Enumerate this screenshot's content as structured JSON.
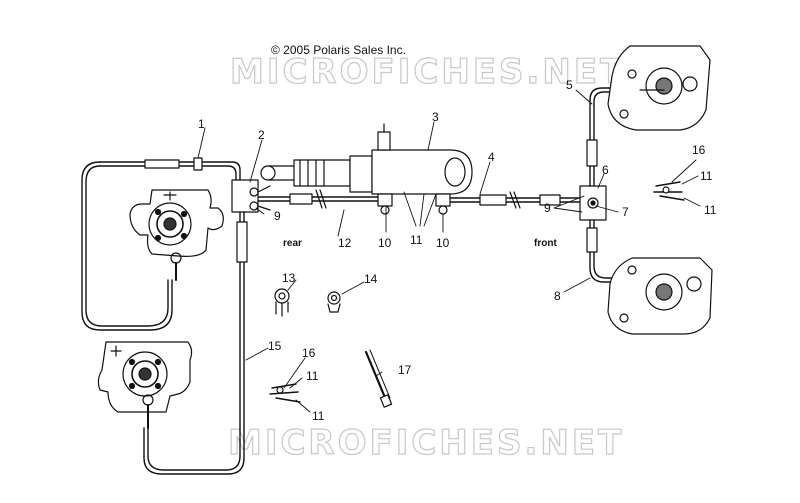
{
  "copyright": "© 2005 Polaris Sales Inc.",
  "watermark": "MICROFICHES.NET",
  "labels": {
    "rear": "rear",
    "front": "front"
  },
  "callouts": [
    {
      "id": "c1",
      "text": "1"
    },
    {
      "id": "c2",
      "text": "2"
    },
    {
      "id": "c3",
      "text": "3"
    },
    {
      "id": "c4",
      "text": "4"
    },
    {
      "id": "c5",
      "text": "5"
    },
    {
      "id": "c6",
      "text": "6"
    },
    {
      "id": "c7",
      "text": "7"
    },
    {
      "id": "c8",
      "text": "8"
    },
    {
      "id": "c9a",
      "text": "9"
    },
    {
      "id": "c9b",
      "text": "9"
    },
    {
      "id": "c10a",
      "text": "10"
    },
    {
      "id": "c10b",
      "text": "10"
    },
    {
      "id": "c11a",
      "text": "11"
    },
    {
      "id": "c11b",
      "text": "11"
    },
    {
      "id": "c11c",
      "text": "11"
    },
    {
      "id": "c11d",
      "text": "11"
    },
    {
      "id": "c11e",
      "text": "11"
    },
    {
      "id": "c12",
      "text": "12"
    },
    {
      "id": "c13",
      "text": "13"
    },
    {
      "id": "c14",
      "text": "14"
    },
    {
      "id": "c15",
      "text": "15"
    },
    {
      "id": "c16a",
      "text": "16"
    },
    {
      "id": "c16b",
      "text": "16"
    },
    {
      "id": "c17",
      "text": "17"
    }
  ]
}
